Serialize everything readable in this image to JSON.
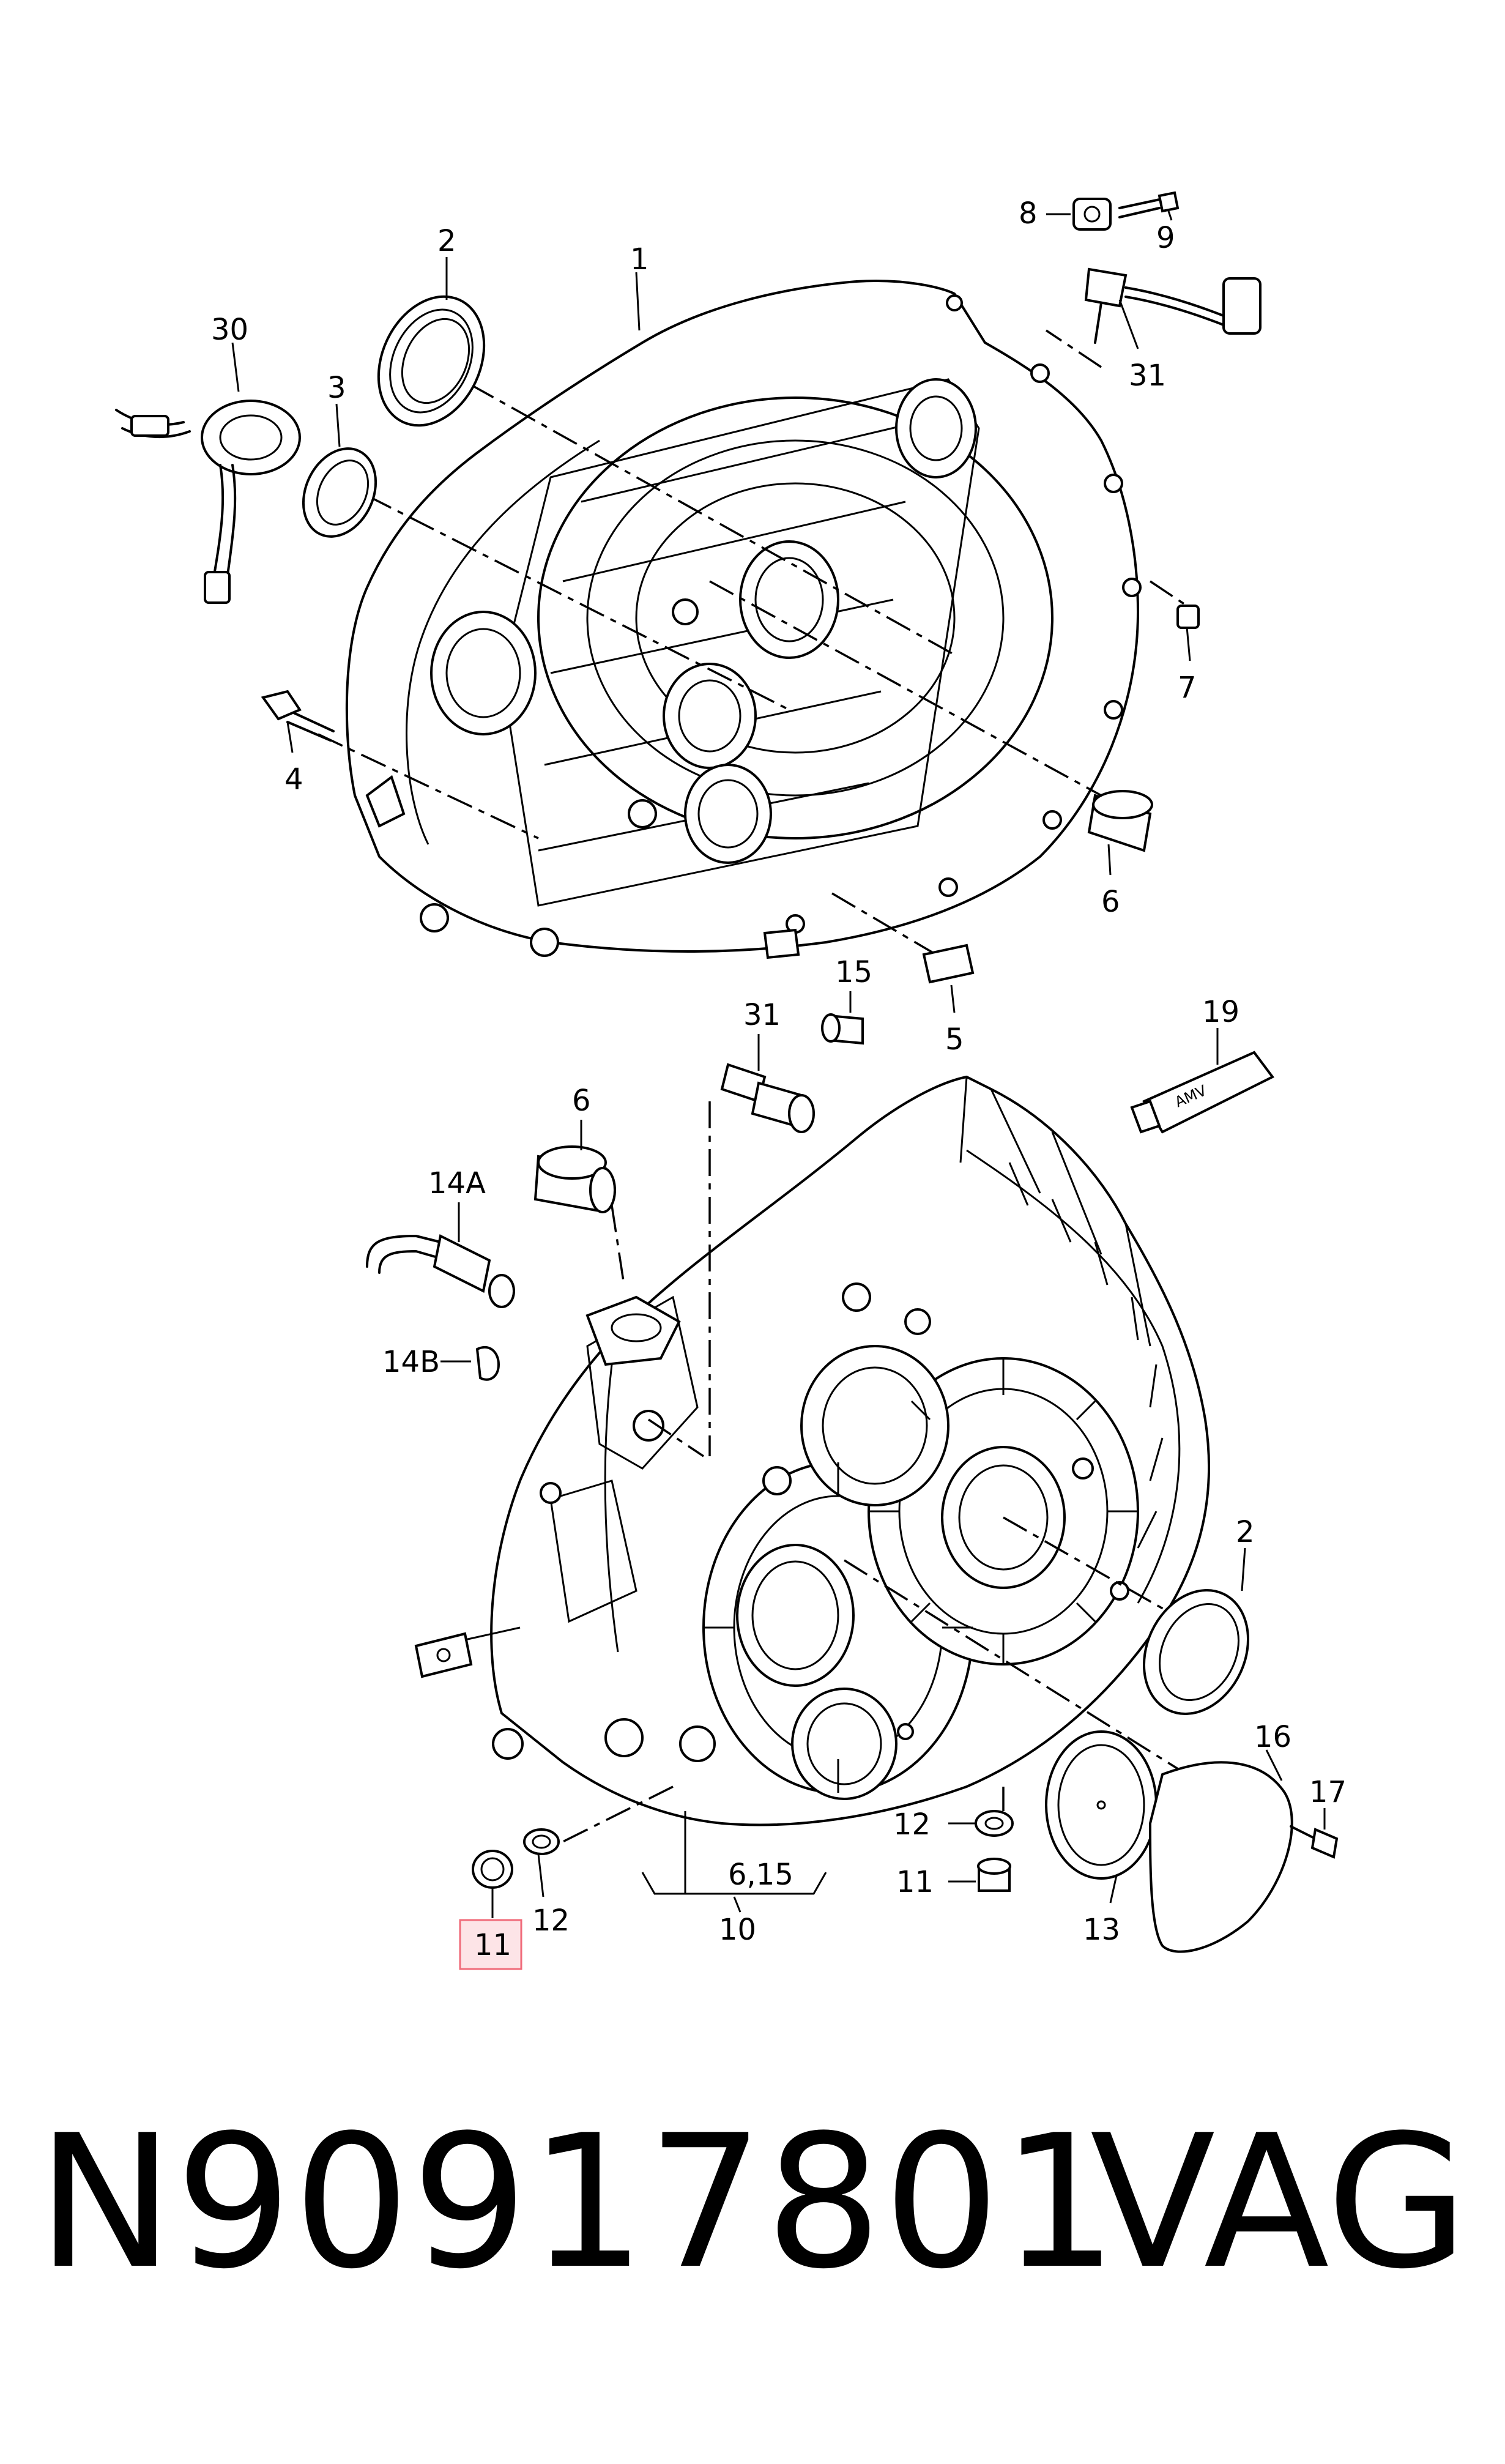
{
  "labels": {
    "l1": "1",
    "l2a": "2",
    "l2b": "2",
    "l3": "3",
    "l4": "4",
    "l5": "5",
    "l6a": "6",
    "l6b": "6",
    "l7": "7",
    "l8": "8",
    "l9": "9",
    "l10": "10",
    "l6_15": "6,15",
    "l11": "11",
    "l12a": "12",
    "l12b": "12",
    "l11b": "11",
    "l13": "13",
    "l14A": "14A",
    "l14B": "14B",
    "l15": "15",
    "l16": "16",
    "l17": "17",
    "l19": "19",
    "l30": "30",
    "l31a": "31",
    "l31b": "31"
  },
  "tube_text": "AMV",
  "highlighted_label": "11",
  "highlight_color": "#f06b7a",
  "footer": {
    "part_number": "N90917801",
    "brand": "VAG"
  }
}
